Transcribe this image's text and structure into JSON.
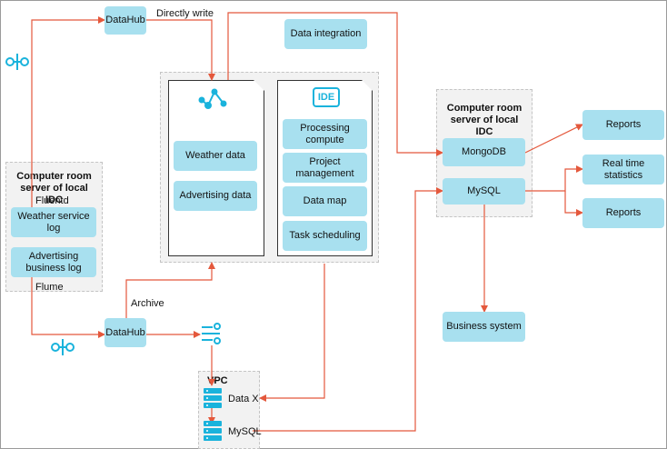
{
  "colors": {
    "arrow": "#e4583c",
    "box": "#a8e0ef",
    "icon": "#1ab3dc"
  },
  "groups": {
    "idc_left": "Computer room server of local IDC",
    "idc_right": "Computer room server of local IDC",
    "vpc": "VPC"
  },
  "boxes": {
    "datahub_top": "DataHub",
    "datahub_bottom": "DataHub",
    "data_integration": "Data integration",
    "weather_service_log": "Weather service log",
    "advertising_business_log": "Advertising business log",
    "weather_data": "Weather data",
    "advertising_data": "Advertising data",
    "processing_compute": "Processing compute",
    "project_management": "Project management",
    "data_map": "Data map",
    "task_scheduling": "Task scheduling",
    "mongodb": "MongoDB",
    "mysql_idc": "MySQL",
    "reports_1": "Reports",
    "real_time_statistics": "Real time statistics",
    "reports_2": "Reports",
    "business_system": "Business system"
  },
  "labels": {
    "directly_write": "Directly write",
    "fluentd": "Fluentd",
    "flume": "Flume",
    "archive": "Archive",
    "data_x": "Data X",
    "mysql_vpc": "MySQL",
    "ide": "IDE"
  },
  "icons": [
    "datahub-icon",
    "maxcompute-icon",
    "ide-icon",
    "stream-icon",
    "server-icon"
  ]
}
